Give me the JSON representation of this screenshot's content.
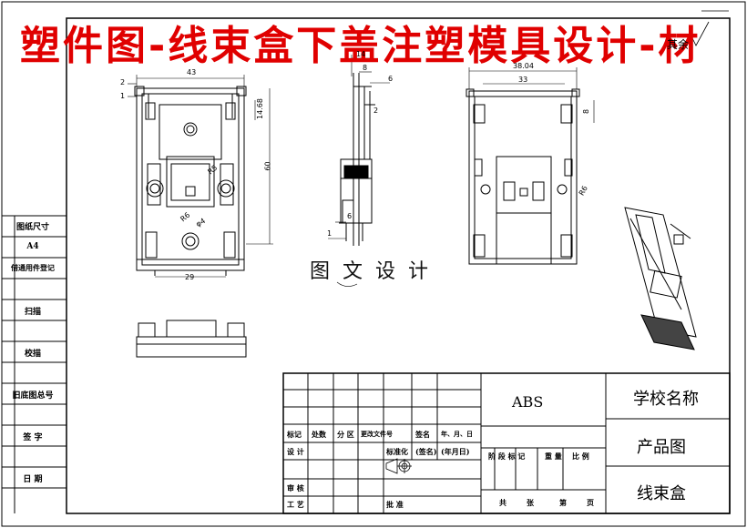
{
  "title": "塑件图-线束盒下盖注塑模具设计-材",
  "corner_text": "其余",
  "watermark": "图文设计",
  "side_labels": {
    "paper_size": "图纸尺寸",
    "paper_value": "A4",
    "borrowed": "借通用件登记",
    "trace": "扫描",
    "check": "校描",
    "old_base": "旧底图总号",
    "sign": "签 字",
    "date": "日 期"
  },
  "dimensions": {
    "front": [
      "43",
      "2",
      "1",
      "14.68",
      "60",
      "29",
      "R6",
      "φ4",
      "R5"
    ],
    "side": [
      "14",
      "8",
      "6",
      "2",
      "6",
      "1"
    ],
    "right": [
      "38.04",
      "33",
      "8",
      "R6"
    ]
  },
  "title_block": {
    "material": "ABS",
    "school": "学校名称",
    "drawing_type": "产品图",
    "part_name": "线束盒",
    "row_mark": "标记",
    "row_count": "处数",
    "row_zone": "分 区",
    "row_change": "更改文件号",
    "row_signature": "签名",
    "row_date": "年、月、日",
    "design": "设 计",
    "standard": "标准化",
    "sig_paren": "(签名)",
    "date_paren": "(年月日)",
    "stage": "阶 段 标 记",
    "weight": "重 量",
    "scale": "比 例",
    "review": "审 核",
    "process": "工 艺",
    "approve": "批 准",
    "total": "共",
    "sheets": "张",
    "page_no": "第",
    "page": "页"
  }
}
